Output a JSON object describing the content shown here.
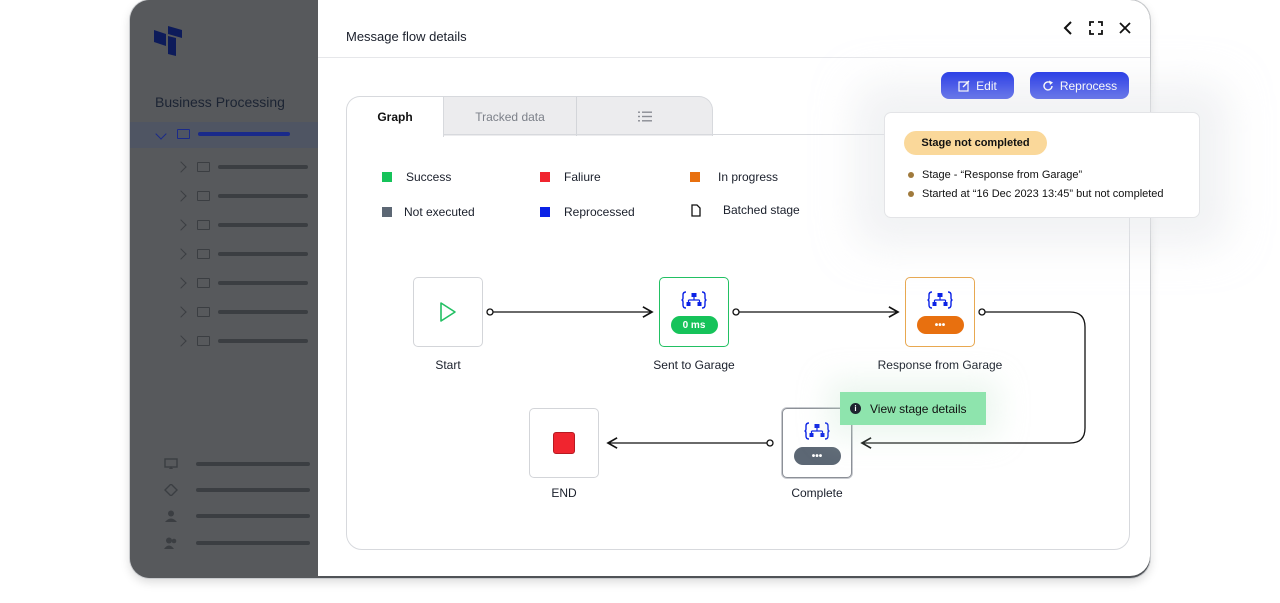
{
  "sidebar": {
    "title": "Business Processing"
  },
  "modal": {
    "title": "Message flow details",
    "edit_label": "Edit",
    "reprocess_label": "Reprocess"
  },
  "tabs": {
    "graph": "Graph",
    "tracked": "Tracked data"
  },
  "legend": [
    {
      "label": "Success",
      "color": "#16c35a"
    },
    {
      "label": "Faliure",
      "color": "#f0252f"
    },
    {
      "label": "In progress",
      "color": "#e8700f"
    },
    {
      "label": "Not executed",
      "color": "#5c6774"
    },
    {
      "label": "Reprocessed",
      "color": "#0b22e6"
    },
    {
      "label": "Batched stage",
      "icon": "document-icon"
    }
  ],
  "nodes": {
    "start": {
      "label": "Start"
    },
    "sent": {
      "label": "Sent to Garage",
      "pill": "0 ms",
      "color": "#16c35a"
    },
    "response": {
      "label": "Response from Garage",
      "pill": "•••",
      "color": "#e8700f"
    },
    "complete": {
      "label": "Complete",
      "pill": "•••",
      "color": "#5c6774"
    },
    "end": {
      "label": "END",
      "color": "#f0252f"
    }
  },
  "tooltip": {
    "label": "View stage details"
  },
  "popover": {
    "badge": "Stage not completed",
    "line1": "Stage - “Response from Garage”",
    "line2": "Started at “16 Dec 2023 13:45” but not completed"
  }
}
